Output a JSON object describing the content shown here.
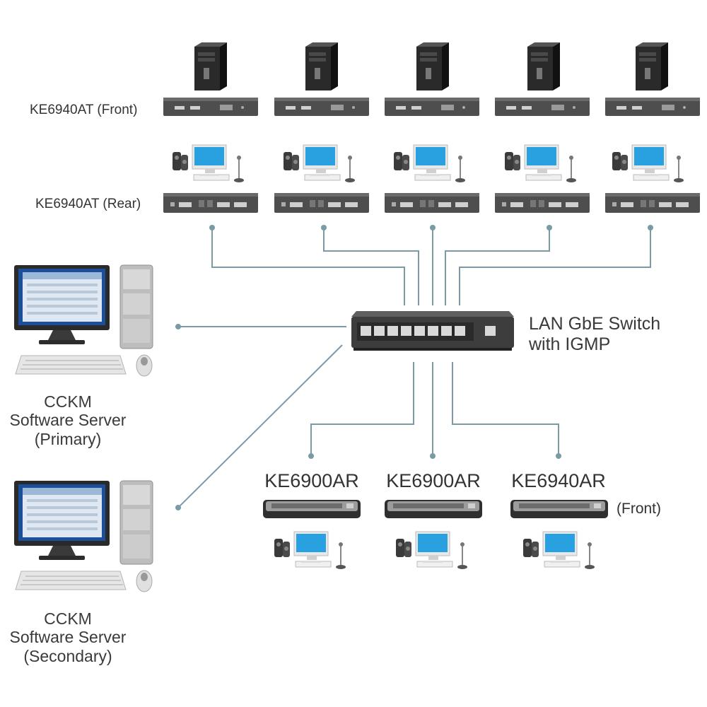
{
  "labels": {
    "front_row": "KE6940AT (Front)",
    "rear_row": "KE6940AT (Rear)",
    "switch_line1": "LAN GbE Switch",
    "switch_line2": "with IGMP",
    "receiver_1": "KE6900AR",
    "receiver_2": "KE6900AR",
    "receiver_3": "KE6940AR",
    "receiver_front": "(Front)",
    "server_primary": [
      "CCKM",
      "Software Server",
      "(Primary)"
    ],
    "server_secondary": [
      "CCKM",
      "Software Server",
      "(Secondary)"
    ]
  },
  "transmitters": [
    {
      "id": "tx-1",
      "icons": [
        "tower-pc-icon",
        "kvm-transmitter-front-icon",
        "workstation-icon",
        "kvm-transmitter-rear-icon"
      ]
    },
    {
      "id": "tx-2",
      "icons": [
        "tower-pc-icon",
        "kvm-transmitter-front-icon",
        "workstation-icon",
        "kvm-transmitter-rear-icon"
      ]
    },
    {
      "id": "tx-3",
      "icons": [
        "tower-pc-icon",
        "kvm-transmitter-front-icon",
        "workstation-icon",
        "kvm-transmitter-rear-icon"
      ]
    },
    {
      "id": "tx-4",
      "icons": [
        "tower-pc-icon",
        "kvm-transmitter-front-icon",
        "workstation-icon",
        "kvm-transmitter-rear-icon"
      ]
    },
    {
      "id": "tx-5",
      "icons": [
        "tower-pc-icon",
        "kvm-transmitter-front-icon",
        "workstation-icon",
        "kvm-transmitter-rear-icon"
      ]
    }
  ],
  "colors": {
    "connector": "#7a9aa5",
    "device_dark": "#3d3d3d",
    "device_panel": "#5a5a5a",
    "screen": "#29a0e0",
    "case_silver": "#c9c9c9"
  }
}
